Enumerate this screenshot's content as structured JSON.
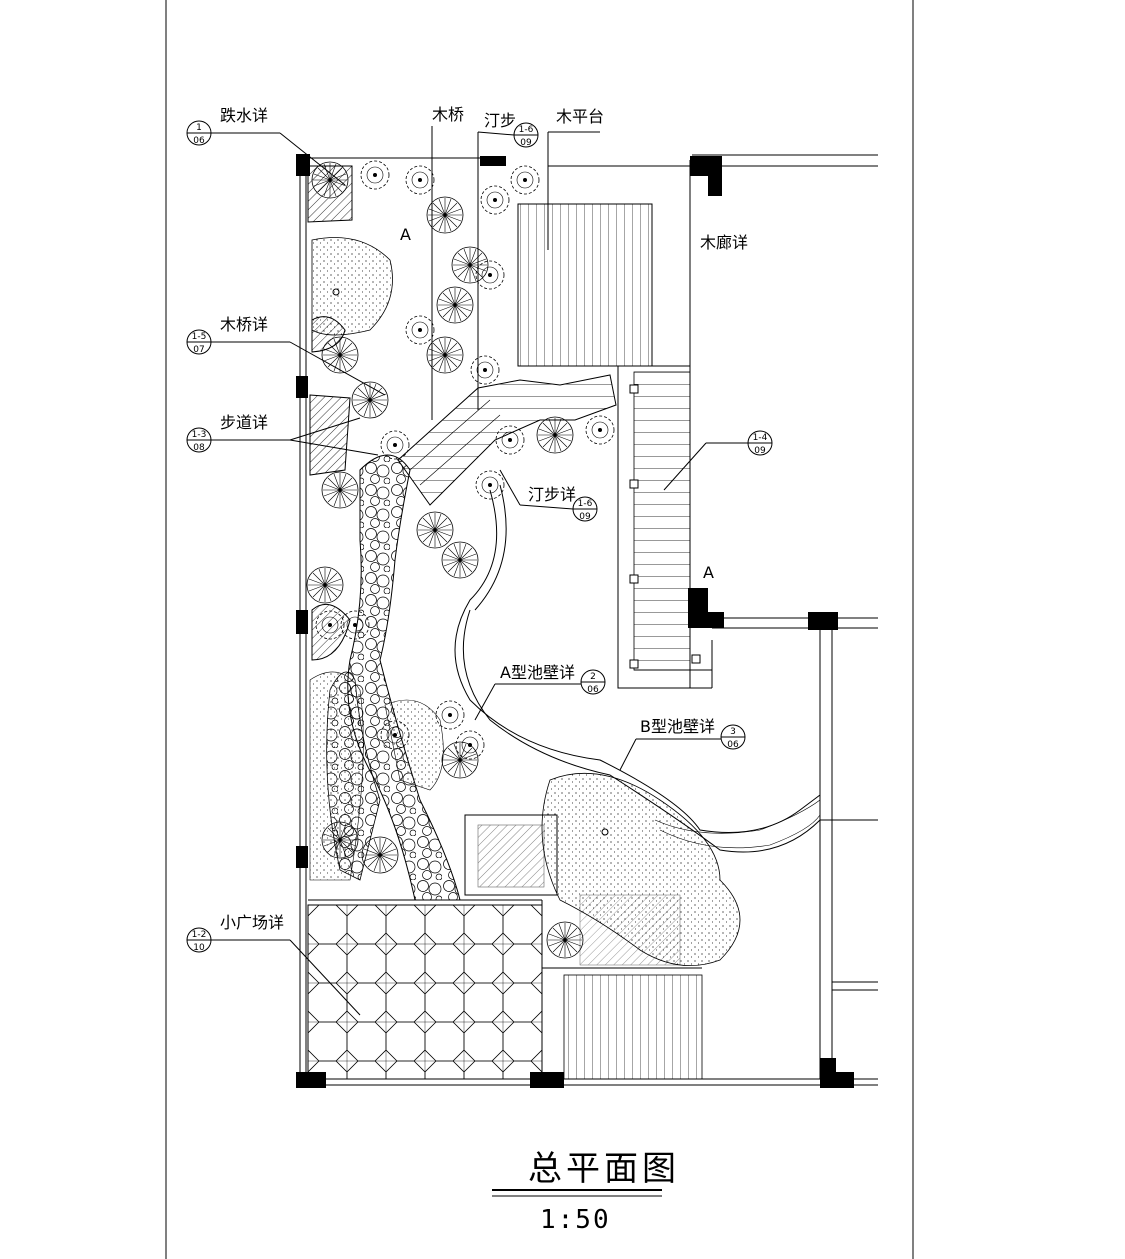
{
  "labels": {
    "pond_cascade": "跌水详",
    "wood_bridge": "木桥",
    "stepping_stone_top": "汀步",
    "wood_deck": "木平台",
    "wood_corridor": "木廊详",
    "wood_bridge_detail": "木桥详",
    "path_detail": "步道详",
    "stepping_stone_detail": "汀步详",
    "pool_wall_a": "A型池壁详",
    "pool_wall_b": "B型池壁详",
    "small_plaza": "小广场详",
    "section_mark_top": "A",
    "section_mark_mid": "A"
  },
  "callouts": {
    "pond_cascade": {
      "top": "1",
      "bottom": "06"
    },
    "stepping_stone_top": {
      "top": "1-6",
      "bottom": "09"
    },
    "wood_bridge_detail": {
      "top": "1-5",
      "bottom": "07"
    },
    "path_detail": {
      "top": "1-3",
      "bottom": "08"
    },
    "right_stair": {
      "top": "1-4",
      "bottom": "09"
    },
    "stepping_stone_detail": {
      "top": "1-6",
      "bottom": "09"
    },
    "pool_wall_a": {
      "top": "2",
      "bottom": "06"
    },
    "pool_wall_b": {
      "top": "3",
      "bottom": "06"
    },
    "small_plaza": {
      "top": "1-2",
      "bottom": "10"
    }
  },
  "title": "总平面图",
  "scale": "1:50"
}
